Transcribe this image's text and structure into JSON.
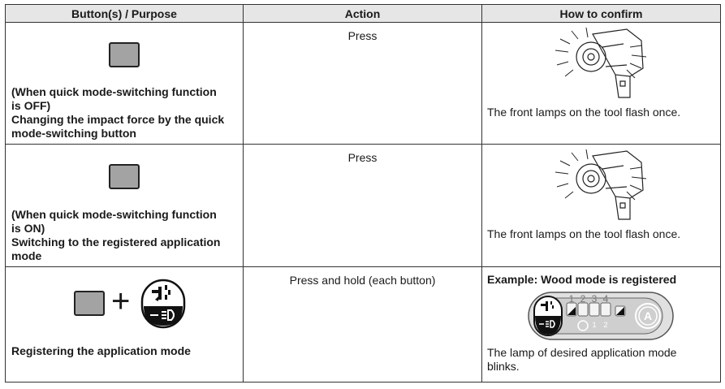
{
  "headers": [
    "Button(s) / Purpose",
    "Action",
    "How to confirm"
  ],
  "rows": [
    {
      "purpose_lines": [
        "(When quick mode-switching function",
        "is OFF)",
        "Changing the impact force by the quick",
        "mode-switching button"
      ],
      "action": "Press",
      "confirm": "The front lamps on the tool flash once."
    },
    {
      "purpose_lines": [
        "(When quick mode-switching function",
        "is ON)",
        "Switching to the registered application",
        "mode"
      ],
      "action": "Press",
      "confirm": "The front lamps on the tool flash once."
    },
    {
      "purpose_lines": [
        "Registering the application mode"
      ],
      "action": "Press and hold (each button)",
      "confirm_title": "Example: Wood mode is registered",
      "confirm_lines": [
        "The lamp of desired application mode",
        "blinks."
      ],
      "panel_numbers": [
        "1",
        "2",
        "3",
        "4"
      ],
      "panel_sub_labels": [
        "1",
        "2"
      ]
    }
  ],
  "icons": {
    "button_shape": "gray-square-button-icon",
    "mode_button": "mode-light-button-icon",
    "tool": "impact-driver-flashing-lamps-icon",
    "panel": "control-panel-icon"
  },
  "colors": {
    "button_gray": "#a3a3a3",
    "header_bg": "#e6e6e6",
    "panel_gray": "#c8c8c8"
  }
}
